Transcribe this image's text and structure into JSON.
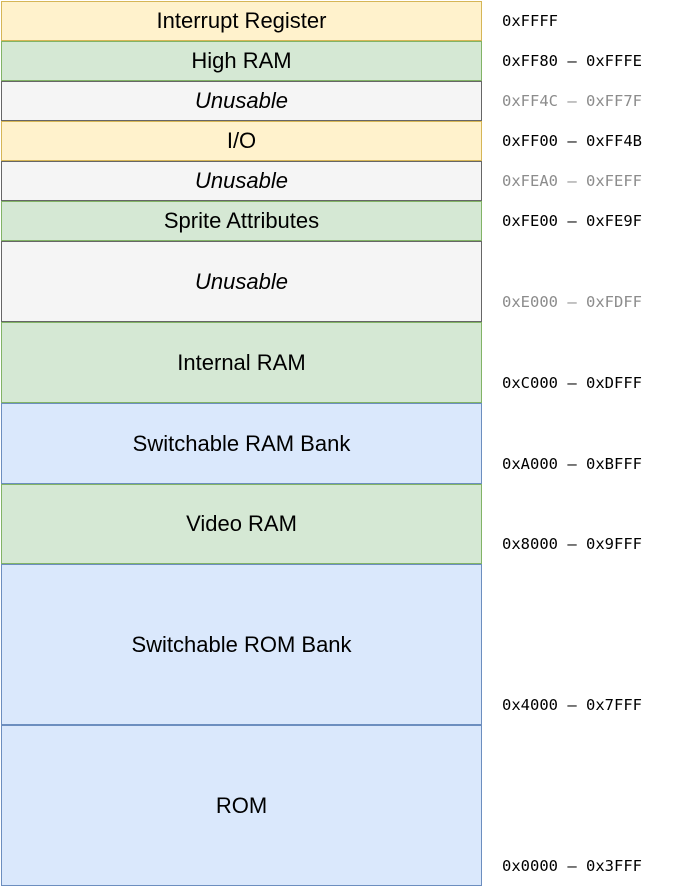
{
  "regions": [
    {
      "label": "Interrupt Register",
      "range": "0xFFFF",
      "fill": "#fff2cc",
      "stroke": "#d6b656",
      "style": "normal",
      "muted": false
    },
    {
      "label": "High RAM",
      "range": "0xFF80 – 0xFFFE",
      "fill": "#d5e8d4",
      "stroke": "#82b366",
      "style": "normal",
      "muted": false
    },
    {
      "label": "Unusable",
      "range": "0xFF4C – 0xFF7F",
      "fill": "#f5f5f5",
      "stroke": "#666666",
      "style": "italic",
      "muted": true
    },
    {
      "label": "I/O",
      "range": "0xFF00 – 0xFF4B",
      "fill": "#fff2cc",
      "stroke": "#d6b656",
      "style": "normal",
      "muted": false
    },
    {
      "label": "Unusable",
      "range": "0xFEA0 – 0xFEFF",
      "fill": "#f5f5f5",
      "stroke": "#666666",
      "style": "italic",
      "muted": true
    },
    {
      "label": "Sprite Attributes",
      "range": "0xFE00 – 0xFE9F",
      "fill": "#d5e8d4",
      "stroke": "#82b366",
      "style": "normal",
      "muted": false
    },
    {
      "label": "Unusable",
      "range": "0xE000 – 0xFDFF",
      "fill": "#f5f5f5",
      "stroke": "#666666",
      "style": "italic",
      "muted": true
    },
    {
      "label": "Internal RAM",
      "range": "0xC000 – 0xDFFF",
      "fill": "#d5e8d4",
      "stroke": "#82b366",
      "style": "normal",
      "muted": false
    },
    {
      "label": "Switchable RAM Bank",
      "range": "0xA000 – 0xBFFF",
      "fill": "#dae8fc",
      "stroke": "#6c8ebf",
      "style": "normal",
      "muted": false
    },
    {
      "label": "Video RAM",
      "range": "0x8000 – 0x9FFF",
      "fill": "#d5e8d4",
      "stroke": "#82b366",
      "style": "normal",
      "muted": false
    },
    {
      "label": "Switchable ROM Bank",
      "range": "0x4000 – 0x7FFF",
      "fill": "#dae8fc",
      "stroke": "#6c8ebf",
      "style": "normal",
      "muted": false
    },
    {
      "label": "ROM",
      "range": "0x0000 – 0x3FFF",
      "fill": "#dae8fc",
      "stroke": "#6c8ebf",
      "style": "normal",
      "muted": false
    }
  ]
}
